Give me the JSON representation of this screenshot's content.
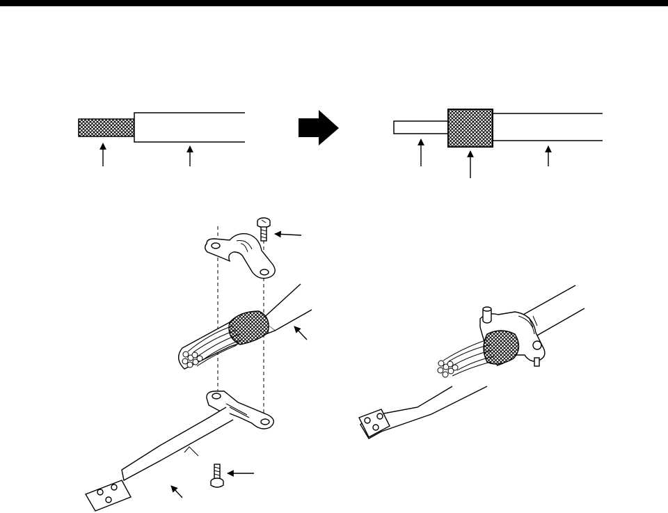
{
  "colors": {
    "ink": "#000000",
    "paper": "#ffffff",
    "strip": "#d9d9d9"
  },
  "illustrations": {
    "top_left": "stripped-cable-diagram",
    "top_right": "braid-folded-back-diagram",
    "center_arrow": "arrow-right-icon",
    "bottom_left": "cable-clamp-exploded-view",
    "bottom_right": "cable-clamp-assembled-view"
  }
}
